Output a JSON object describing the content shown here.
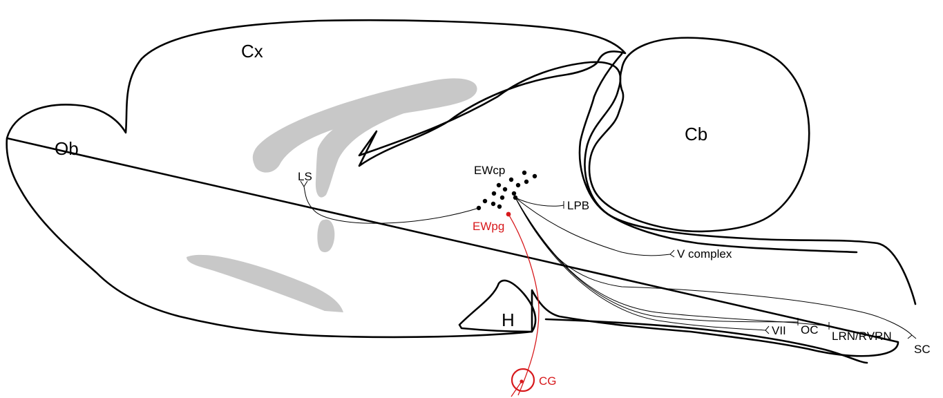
{
  "diagram": {
    "regions": {
      "olfactory_bulb": "Ob",
      "cortex": "Cx",
      "cerebellum": "Cb",
      "hypothalamus": "H"
    },
    "nuclei": {
      "centrally_projecting": "EWcp",
      "preganglionic": "EWpg"
    },
    "targets": {
      "lateral_septum": "LS",
      "lateral_parabrachial": "LPB",
      "trigeminal_complex": "V complex",
      "facial_nucleus": "VII",
      "olivary_complex": "OC",
      "reticular_nuclei": "LRN/RVRN",
      "spinal_cord": "SC",
      "ciliary_ganglion": "CG"
    },
    "colors": {
      "outline": "#000000",
      "white_matter": "#c8c8c8",
      "preganglionic_pathway": "#d7191c"
    }
  }
}
